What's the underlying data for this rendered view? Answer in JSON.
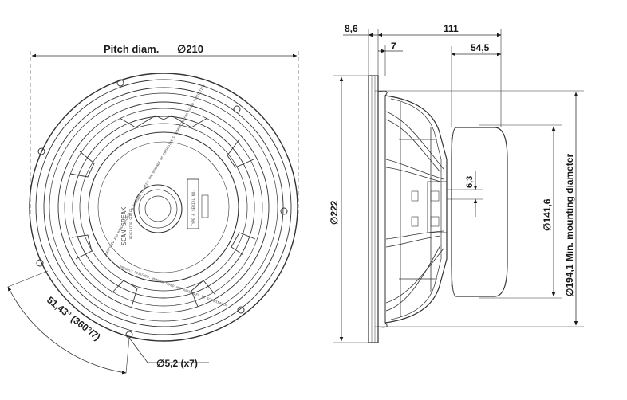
{
  "front_view": {
    "pitch_label": "Pitch diam.",
    "pitch_value": "∅210",
    "angle_label": "51,43° (360°/7)",
    "hole_label": "∅5,2 (x7)",
    "brand": "SCAN-SPEAK",
    "series": "REVELATOR SERIES",
    "label_ring_top": "DESIGNED AND MANUFACTURED IN DENMARK TO MEET THE DEMANDS OF ENTHUSIASTS SEARCHING FOR SOUND PERFECTION",
    "label_ring_bottom": "PROUDLY DESIGNED, MANUFACTURED AND ASSEMBLED IN SCANDINAVIA",
    "type_serial": "TYPE & SERIAL NO."
  },
  "side_view": {
    "dim_top_a": "8,6",
    "dim_top_b": "111",
    "dim_7": "7",
    "dim_54": "54,5",
    "dim_222": "∅222",
    "dim_63": "6,3",
    "dim_141": "∅141,6",
    "dim_194": "∅194,1 Min. mounting diameter"
  }
}
